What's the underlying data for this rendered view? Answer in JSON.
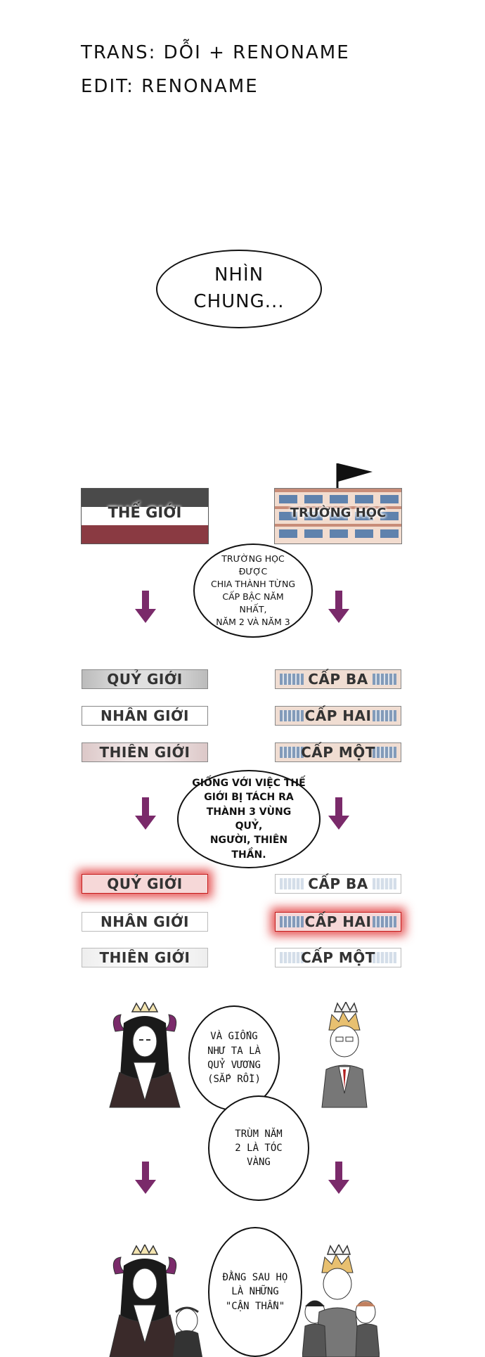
{
  "credits": {
    "trans": "TRANS: DỖI + RENONAME",
    "edit": "EDIT: RENONAME"
  },
  "bubbles": {
    "intro": "NHÌN CHUNG...",
    "split": "TRƯỜNG HỌC ĐƯỢC\nCHIA THÀNH TỪNG\nCẤP BẬC NĂM NHẤT,\nNĂM 2 VÀ NĂM 3",
    "compare": "GIỐNG VỚI VIỆC THẾ\nGIỚI BỊ TÁCH RA\nTHÀNH 3 VÙNG QUỶ,\nNGƯỜI, THIÊN THẦN.",
    "king": "VÀ GIỐNG\nNHƯ TA LÀ\nQUỶ VƯƠNG\n(SẮP RỒI)",
    "boss": "TRÙM NĂM\n2 LÀ TÓC\nVÀNG",
    "followers": "ĐẰNG SAU HỌ\nLÀ NHỮNG\n\"CẬN THẦN\""
  },
  "banners": {
    "world": "THẾ GIỚI",
    "school": "TRƯỜNG HỌC"
  },
  "world_levels": [
    "QUỶ GIỚI",
    "NHÂN GIỚI",
    "THIÊN GIỚI"
  ],
  "school_levels": [
    "CẤP BA",
    "CẤP HAI",
    "CẤP MỘT"
  ],
  "colors": {
    "arrow": "#7a2a6a",
    "world_dark": "#4a4a4a",
    "world_red": "#8a3a42",
    "highlight": "#d21c1c",
    "demon_hair": "#1a1a1a",
    "blonde": "#e8c070"
  }
}
